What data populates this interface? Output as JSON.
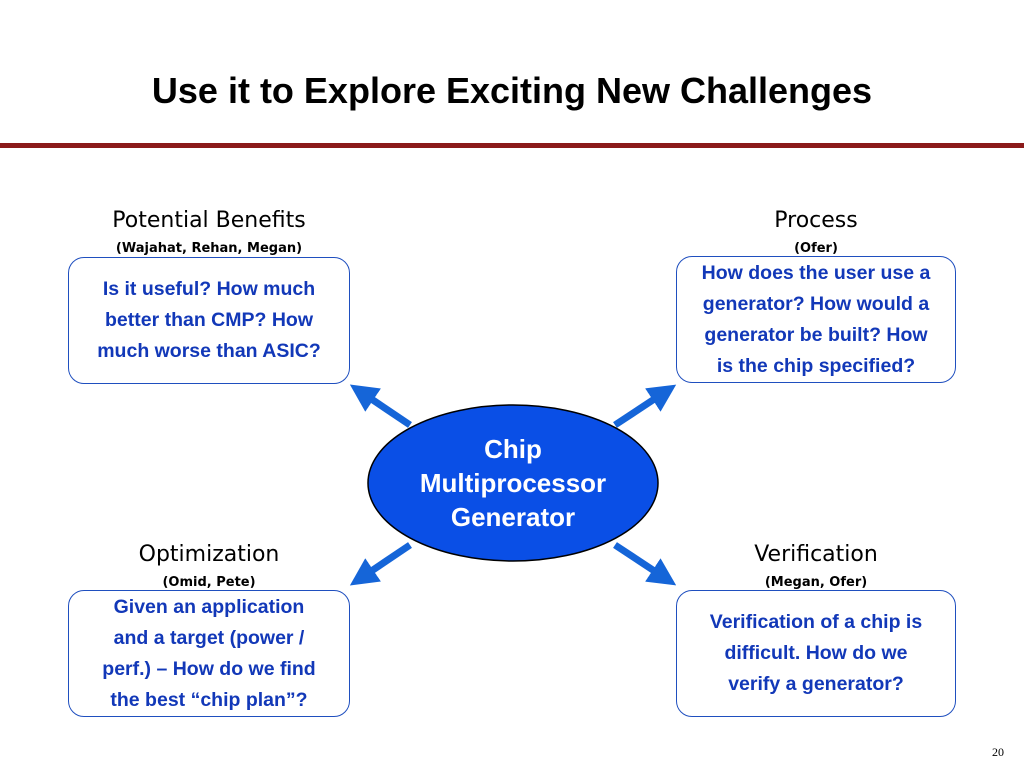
{
  "slide": {
    "title": "Use it to Explore Exciting New Challenges",
    "page_number": "20"
  },
  "hub": {
    "lines": [
      "Chip",
      "Multiprocessor",
      "Generator"
    ]
  },
  "quadrants": {
    "benefits": {
      "heading": "Potential Benefits",
      "people": "(Wajahat, Rehan, Megan)",
      "lines": [
        "Is it useful? How much",
        "better than CMP? How",
        "much worse than ASIC?"
      ]
    },
    "process": {
      "heading": "Process",
      "people": "(Ofer)",
      "lines": [
        "How does the user use a",
        "generator? How would a",
        "generator be built? How",
        "is the chip specified?"
      ]
    },
    "optimization": {
      "heading": "Optimization",
      "people": "(Omid, Pete)",
      "lines": [
        "Given an application",
        "and a target (power /",
        "perf.) – How do we find",
        "the best “chip plan”?"
      ]
    },
    "verification": {
      "heading": "Verification",
      "people": "(Megan, Ofer)",
      "lines": [
        "Verification of a chip is",
        "difficult. How do we",
        "verify a generator?"
      ]
    }
  },
  "colors": {
    "hub_fill": "#0a4fe6",
    "box_text": "#1238b8",
    "arrow": "#1565d8",
    "title_rule": "#8b1a1a"
  }
}
